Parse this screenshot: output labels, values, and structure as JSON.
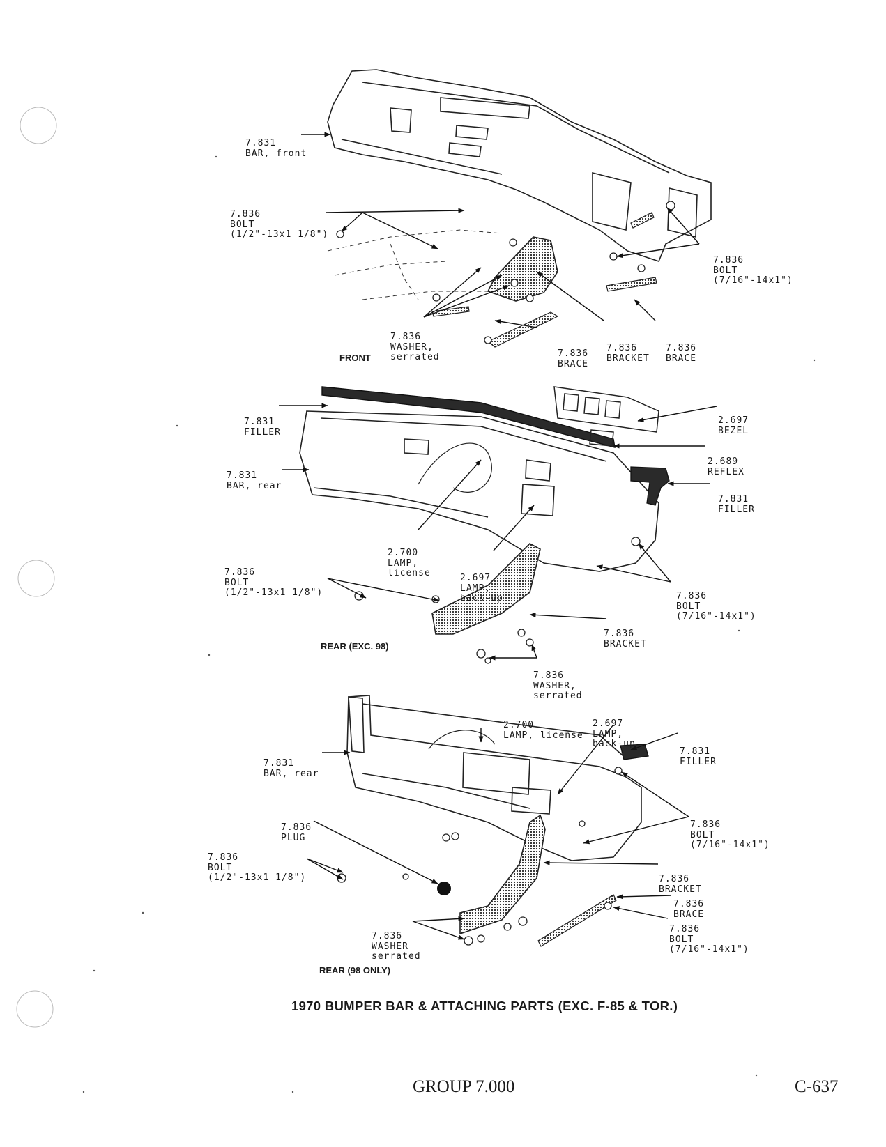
{
  "front": {
    "section_label": "FRONT",
    "labels": {
      "bar_front": [
        "7.831",
        "BAR, front"
      ],
      "bolt_left": [
        "7.836",
        "BOLT",
        "(1/2\"-13x1 1/8\")"
      ],
      "bolt_right": [
        "7.836",
        "BOLT",
        "(7/16\"-14x1\")"
      ],
      "washer": [
        "7.836",
        "WASHER,",
        "serrated"
      ],
      "brace_mid": [
        "7.836",
        "BRACE"
      ],
      "bracket": [
        "7.836",
        "BRACKET"
      ],
      "brace_right": [
        "7.836",
        "BRACE"
      ]
    }
  },
  "rear_exc98": {
    "section_label": "REAR (EXC. 98)",
    "labels": {
      "filler_top": [
        "7.831",
        "FILLER"
      ],
      "bar_rear": [
        "7.831",
        "BAR, rear"
      ],
      "bezel": [
        "2.697",
        "BEZEL"
      ],
      "reflex": [
        "2.689",
        "REFLEX"
      ],
      "filler_right": [
        "7.831",
        "FILLER"
      ],
      "lamp_license": [
        "2.700",
        "LAMP,",
        "license"
      ],
      "lamp_backup": [
        "2.697",
        "LAMP,",
        "back-up"
      ],
      "bolt_left": [
        "7.836",
        "BOLT",
        "(1/2\"-13x1 1/8\")"
      ],
      "bolt_right": [
        "7.836",
        "BOLT",
        "(7/16\"-14x1\")"
      ],
      "bracket": [
        "7.836",
        "BRACKET"
      ],
      "washer": [
        "7.836",
        "WASHER,",
        "serrated"
      ]
    }
  },
  "rear_98": {
    "section_label": "REAR (98 ONLY)",
    "labels": {
      "lamp_license": [
        "2.700",
        "LAMP, license"
      ],
      "lamp_backup": [
        "2.697",
        "LAMP,",
        "back-up"
      ],
      "filler": [
        "7.831",
        "FILLER"
      ],
      "bar_rear": [
        "7.831",
        "BAR, rear"
      ],
      "plug": [
        "7.836",
        "PLUG"
      ],
      "bolt_left": [
        "7.836",
        "BOLT",
        "(1/2\"-13x1 1/8\")"
      ],
      "bolt_right_top": [
        "7.836",
        "BOLT",
        "(7/16\"-14x1\")"
      ],
      "bracket": [
        "7.836",
        "BRACKET"
      ],
      "brace": [
        "7.836",
        "BRACE"
      ],
      "bolt_right_bottom": [
        "7.836",
        "BOLT",
        "(7/16\"-14x1\")"
      ],
      "washer": [
        "7.836",
        "WASHER",
        "serrated"
      ]
    }
  },
  "page": {
    "title": "1970 BUMPER BAR & ATTACHING PARTS (EXC. F-85 & TOR.)",
    "group": "GROUP 7.000",
    "page_number": "C-637"
  }
}
